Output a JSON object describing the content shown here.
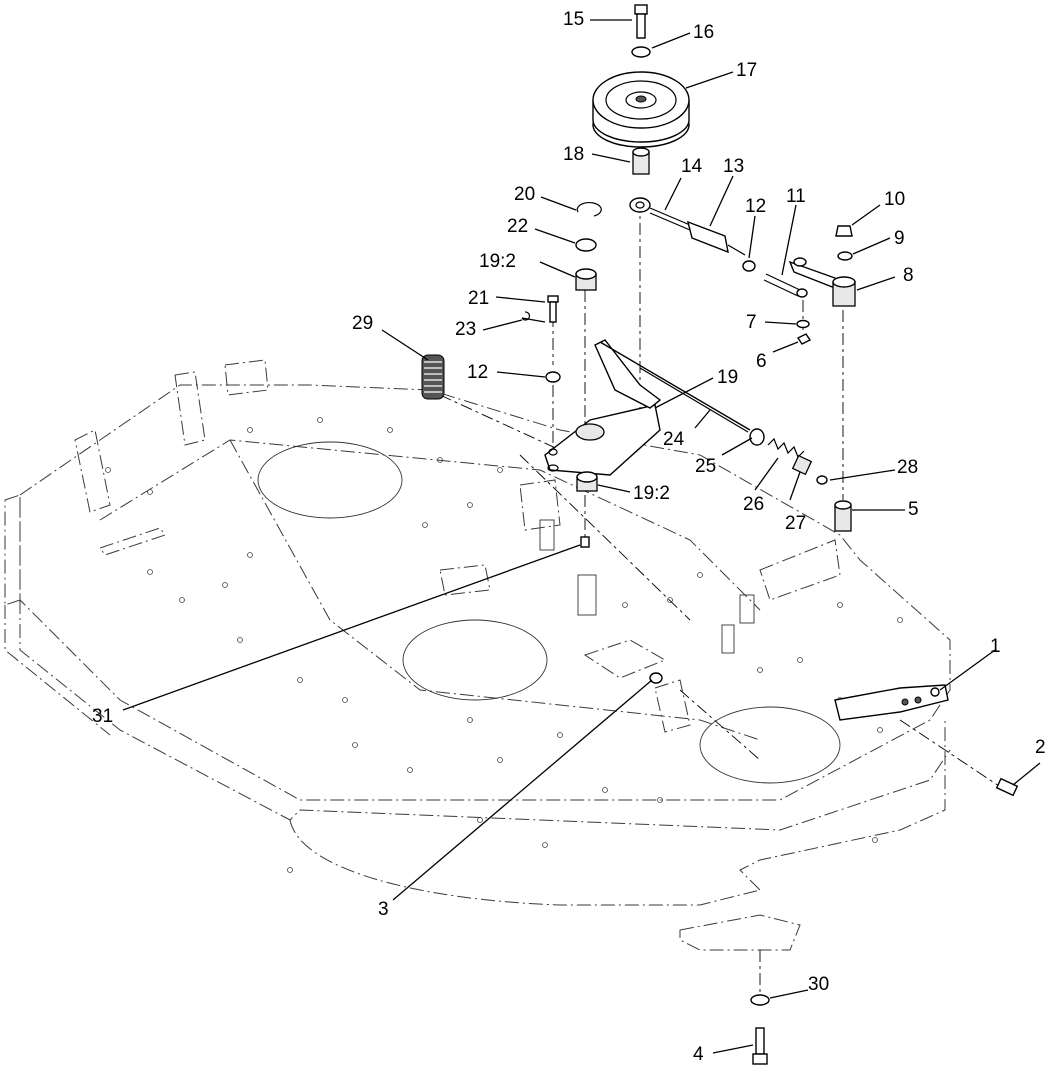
{
  "diagram": {
    "description_free": true,
    "callouts": [
      {
        "id": "c1",
        "text": "1"
      },
      {
        "id": "c2",
        "text": "2"
      },
      {
        "id": "c3",
        "text": "3"
      },
      {
        "id": "c4",
        "text": "4"
      },
      {
        "id": "c5",
        "text": "5"
      },
      {
        "id": "c6",
        "text": "6"
      },
      {
        "id": "c7",
        "text": "7"
      },
      {
        "id": "c8",
        "text": "8"
      },
      {
        "id": "c9",
        "text": "9"
      },
      {
        "id": "c10",
        "text": "10"
      },
      {
        "id": "c11",
        "text": "11"
      },
      {
        "id": "c12a",
        "text": "12"
      },
      {
        "id": "c12b",
        "text": "12"
      },
      {
        "id": "c13",
        "text": "13"
      },
      {
        "id": "c14",
        "text": "14"
      },
      {
        "id": "c15",
        "text": "15"
      },
      {
        "id": "c16",
        "text": "16"
      },
      {
        "id": "c17",
        "text": "17"
      },
      {
        "id": "c18",
        "text": "18"
      },
      {
        "id": "c19",
        "text": "19"
      },
      {
        "id": "c19a",
        "text": "19:2"
      },
      {
        "id": "c19b",
        "text": "19:2"
      },
      {
        "id": "c20",
        "text": "20"
      },
      {
        "id": "c21",
        "text": "21"
      },
      {
        "id": "c22",
        "text": "22"
      },
      {
        "id": "c23",
        "text": "23"
      },
      {
        "id": "c24",
        "text": "24"
      },
      {
        "id": "c25",
        "text": "25"
      },
      {
        "id": "c26",
        "text": "26"
      },
      {
        "id": "c27",
        "text": "27"
      },
      {
        "id": "c28",
        "text": "28"
      },
      {
        "id": "c29",
        "text": "29"
      },
      {
        "id": "c30",
        "text": "30"
      },
      {
        "id": "c31",
        "text": "31"
      }
    ]
  }
}
